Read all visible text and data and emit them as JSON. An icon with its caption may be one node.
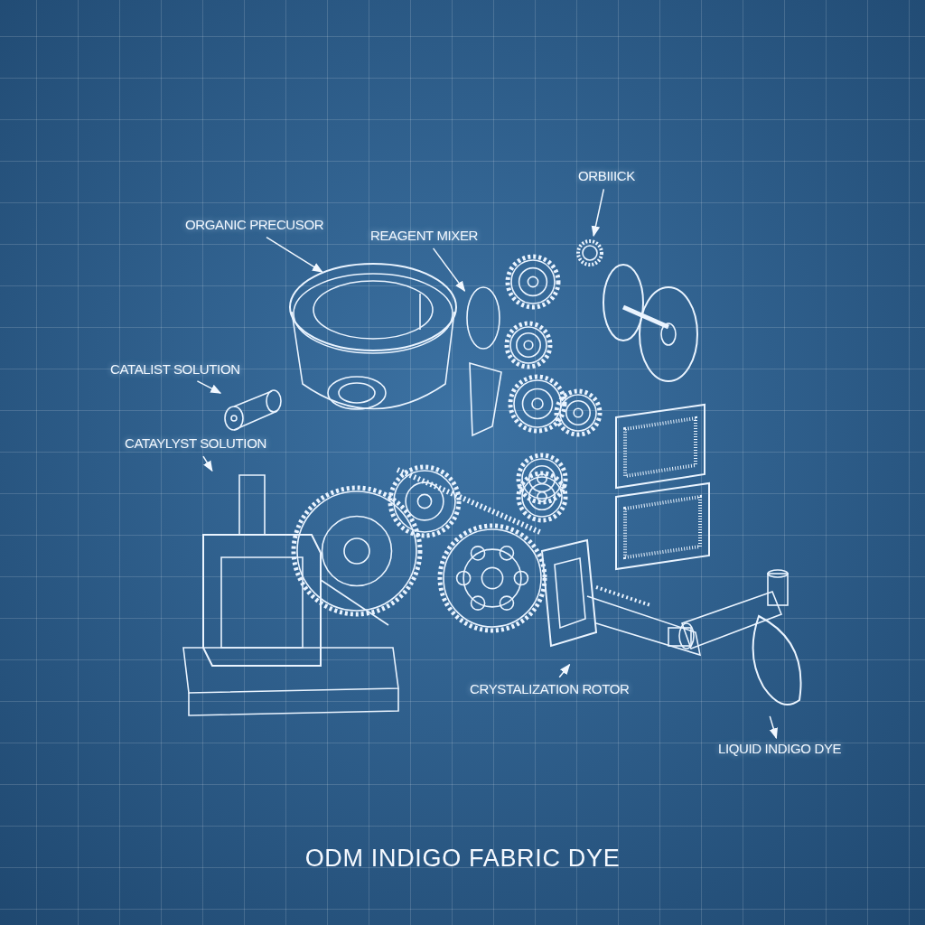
{
  "diagram": {
    "title": "ODM INDIGO FABRIC DYE",
    "nodes": [
      {
        "text": [
          "ORGANIC PRECUSOR"
        ]
      },
      {
        "text": [
          "REAGENT MIXER"
        ]
      },
      {
        "text": [
          "ORBIIICK"
        ]
      },
      {
        "text": [
          "CATALIST SOLUTION"
        ]
      },
      {
        "text": [
          "CATAYLYST SOLUTION"
        ]
      },
      {
        "text": [
          "CRYSTALIZATION ROTOR"
        ]
      },
      {
        "text": [
          "LIQUID INDIGO DYE"
        ]
      },
      {
        "text": [],
        "shape": "picture"
      },
      {
        "text": [],
        "shape": "picture"
      },
      {
        "text": [],
        "shape": "picture"
      },
      {
        "text": [],
        "shape": "picture"
      },
      {
        "text": [],
        "shape": "picture"
      },
      {
        "text": [],
        "shape": "picture"
      },
      {
        "text": [],
        "shape": "picture"
      }
    ],
    "edges": [
      {
        "from": 0,
        "to": 7,
        "arrow": "to"
      },
      {
        "from": 1,
        "to": 8,
        "arrow": "to"
      },
      {
        "from": 2,
        "to": 9,
        "arrow": "to"
      },
      {
        "from": 3,
        "to": 10,
        "arrow": "to"
      },
      {
        "from": 4,
        "to": 11,
        "arrow": "to"
      },
      {
        "from": 5,
        "to": 12,
        "arrow": "to"
      },
      {
        "from": 13,
        "to": 6,
        "arrow": "to"
      }
    ]
  }
}
